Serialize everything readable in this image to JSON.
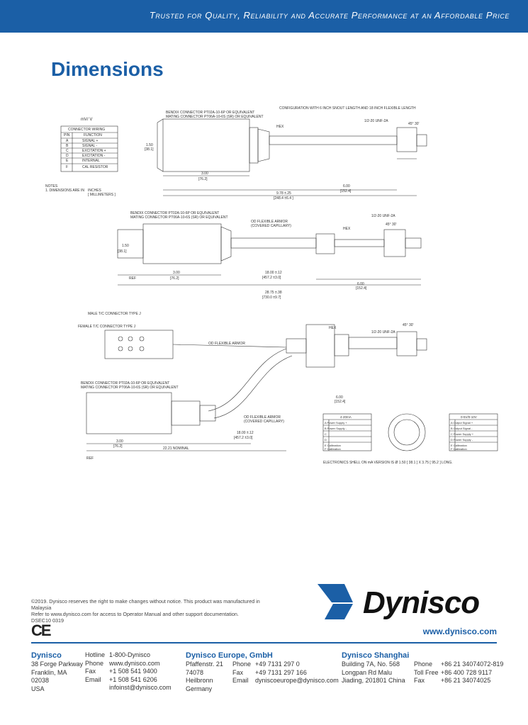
{
  "banner": {
    "tagline": "Trusted for Quality, Reliability and Accurate Performance at an Affordable Price"
  },
  "page_title": "Dimensions",
  "drawing": {
    "config_note": "CONFIGURATION WITH 6 INCH SNOUT LENGTH AND 18 INCH FLEXIBLE LENGTH",
    "mv_v": "mV/ V",
    "wiring_table": {
      "title": "CONNECTOR WIRING",
      "headers": [
        "PIN",
        "FUNCTION"
      ],
      "rows": [
        [
          "A",
          "SIGNAL +"
        ],
        [
          "B",
          "SIGNAL -"
        ],
        [
          "C",
          "EXCITATION +"
        ],
        [
          "D",
          "EXCITATION -"
        ],
        [
          "E",
          "INTERNAL"
        ],
        [
          "F",
          "CAL RESISTOR"
        ]
      ]
    },
    "notes": [
      "NOTES",
      "1. DIMENSIONS ARE IN",
      "INCHES",
      "[ MILLIMETERS ]"
    ],
    "connector_note_1": "BENDIX CONNECTOR PT02A-10-6P OR EQUIVALENT",
    "connector_note_2": "MATING CONNECTOR PT06A-10-6S (SR) OR EQUIVALENT",
    "thread": "1/2-20 UNF-2A",
    "angle": "45° 30'",
    "dim_length_1": "9.78 ±.25",
    "dim_length_1_mm": "[248.4 ±6.4 ]",
    "dim_snout": "6.00",
    "dim_snout_mm": "[152.4]",
    "dim_body": "3.00",
    "dim_body_mm": "[76.2]",
    "dim_height": "1.50",
    "dim_height_mm": "[38.1]",
    "hex": "HEX",
    "flex_label": "OD FLEXIBLE ARMOR",
    "flex_sub": "(COVERED CAPILLARY)",
    "flex_len": "18.00 ±.12",
    "flex_len_mm": "[457.2 ±3.0]",
    "total_len": "28.75 ±.38",
    "total_len_mm": "[730.0 ±9.7]",
    "male_tc": "MALE T/C CONNECTOR TYPE J",
    "female_tc": "FEMALE T/C CONNECTOR TYPE J",
    "nominal": "22.21 NOMINAL",
    "ref": "REF",
    "pin_table_left_title": "4-20mA",
    "pin_table_right_title": "0-5V/0-10V",
    "pin_rows_left": [
      "A  Power Supply +",
      "B  Power Supply -",
      "C",
      "D",
      "E  Calibration",
      "F  Calibration"
    ],
    "pin_rows_right": [
      "A  Output Signal +",
      "B  Output Signal -",
      "C  Power Supply +",
      "D  Power Supply -",
      "E  Calibration",
      "F  Calibration"
    ],
    "electronics_note": "ELECTRONICS SHELL ON mA VERSION IS Ø 1.50 [ 38.1 ] X 3.75 [ 95.2 ] LONG."
  },
  "footer": {
    "legal": [
      "©2019. Dynisco reserves the right to make changes without notice. This product was manufactured in Malaysia",
      "Refer to www.dynisco.com for access to Operator Manual and other support documentation.",
      "DSEC10 0319"
    ],
    "ce_mark": "CE",
    "logo_text": "Dynisco",
    "url": "www.dynisco.com",
    "offices": [
      {
        "name": "Dynisco",
        "address": [
          "38 Forge Parkway",
          "Franklin, MA 02038",
          "USA"
        ],
        "contacts": [
          [
            "Hotline",
            "1-800-Dynisco"
          ],
          [
            "",
            "www.dynisco.com"
          ],
          [
            "Phone",
            "+1 508 541 9400"
          ],
          [
            "Fax",
            "+1 508 541 6206"
          ],
          [
            "Email",
            "infoinst@dynisco.com"
          ]
        ]
      },
      {
        "name": "Dynisco Europe, GmbH",
        "address": [
          "Pfaffenstr. 21",
          "74078 Heilbronn",
          "Germany"
        ],
        "contacts": [
          [
            "Phone",
            "+49 7131 297 0"
          ],
          [
            "Fax",
            "+49 7131 297 166"
          ],
          [
            "Email",
            "dyniscoeurope@dynisco.com"
          ]
        ]
      },
      {
        "name": "Dynisco Shanghai",
        "address": [
          "Building 7A, No. 568",
          "Longpan Rd Malu",
          "Jiading, 201801 China"
        ],
        "contacts": [
          [
            "Phone",
            "+86 21 34074072-819"
          ],
          [
            "Toll Free",
            "+86 400 728 9117"
          ],
          [
            "Fax",
            "+86 21 34074025"
          ]
        ]
      }
    ]
  }
}
